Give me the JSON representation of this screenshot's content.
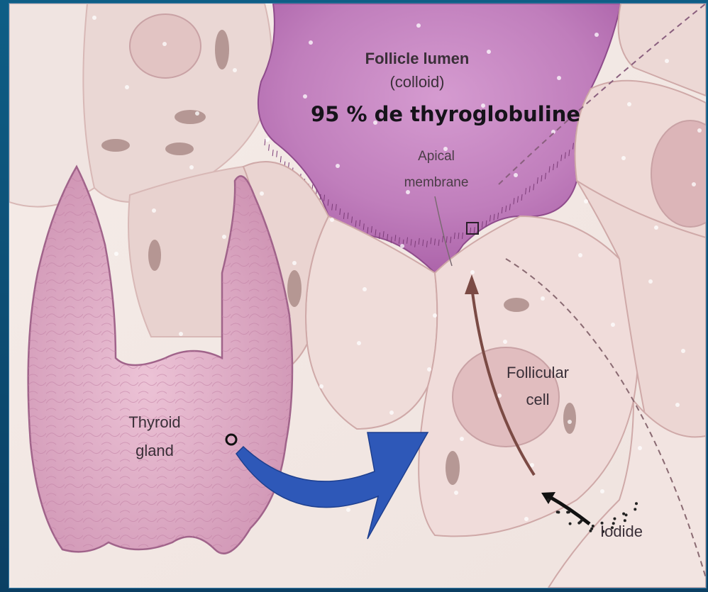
{
  "labels": {
    "follicle_lumen": "Follicle lumen",
    "colloid": "(colloid)",
    "thyroglobuline": "95 % de thyroglobuline",
    "apical_line1": "Apical",
    "apical_line2": "membrane",
    "follicular_line1": "Follicular",
    "follicular_line2": "cell",
    "thyroid_line1": "Thyroid",
    "thyroid_line2": "gland",
    "iodide": "Iodide"
  },
  "colors": {
    "frame": "#0d4a6e",
    "lumen": "#b66fb2",
    "cell_fill": "#eed8d6",
    "gland": "#dba6c1",
    "arrow_blue": "#2e58b8",
    "iodide_arrow": "#7b4a44"
  },
  "icons": [
    "location-circle-icon",
    "zoom-box-icon",
    "big-blue-curved-arrow-icon",
    "iodide-uptake-arrow-icon",
    "iodide-dots-icon"
  ]
}
